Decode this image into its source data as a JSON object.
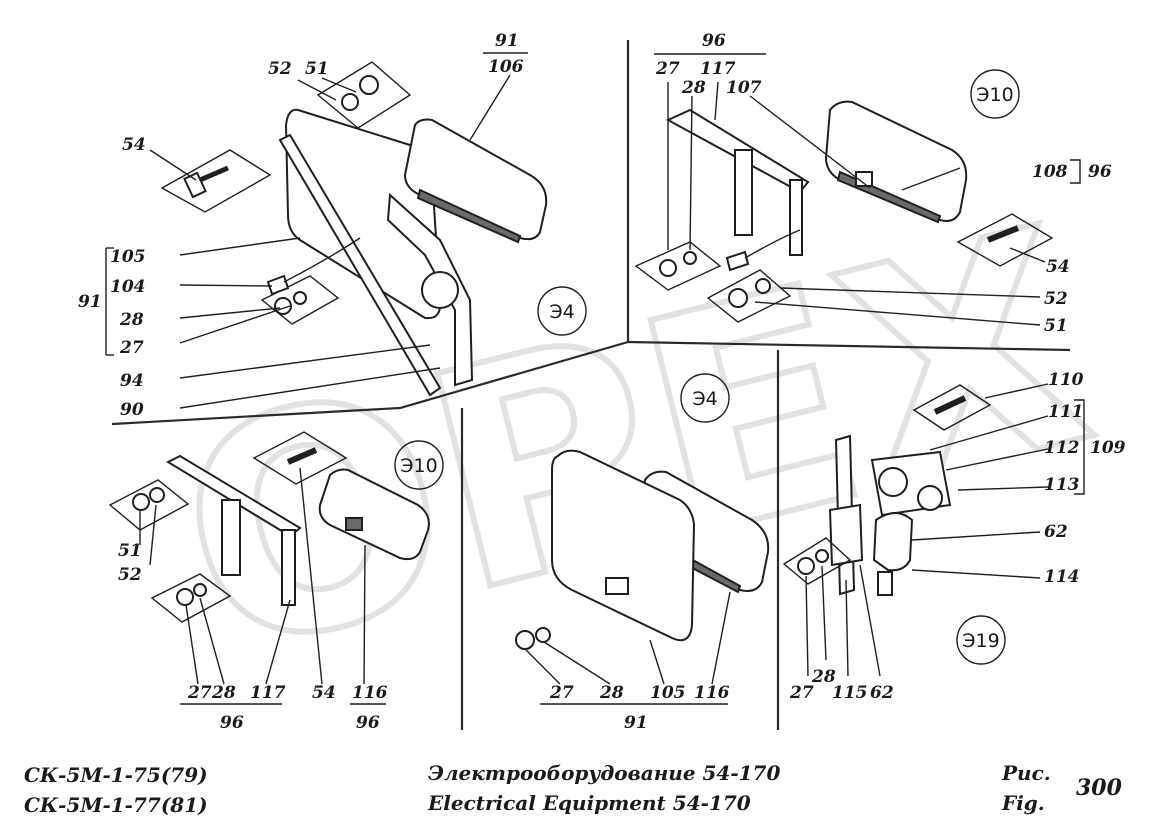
{
  "watermark": "OPEX",
  "zones": {
    "upper_left": "Э4",
    "upper_right": "Э10",
    "lower_left": "Э10",
    "lower_center": "Э4",
    "lower_right": "Э19"
  },
  "callouts": {
    "ul": {
      "n52": "52",
      "n51": "51",
      "n54": "54",
      "n91": "91",
      "n106": "106",
      "n105": "105",
      "n104": "104",
      "n91_group": "91",
      "n28": "28",
      "n27": "27",
      "n94": "94",
      "n90": "90"
    },
    "ur": {
      "n96": "96",
      "n27": "27",
      "n117": "117",
      "n28": "28",
      "n107": "107",
      "n108": "108",
      "n96_side": "96",
      "n54": "54",
      "n52": "52",
      "n51": "51"
    },
    "ll": {
      "n51": "51",
      "n52": "52",
      "n27": "27",
      "n28": "28",
      "n117": "117",
      "n54": "54",
      "n116": "116",
      "n96_a": "96",
      "n96_b": "96"
    },
    "lc": {
      "n27": "27",
      "n28": "28",
      "n105": "105",
      "n116": "116",
      "n91": "91"
    },
    "lr": {
      "n110": "110",
      "n111": "111",
      "n112": "112",
      "n113": "113",
      "n109": "109",
      "n62": "62",
      "n114": "114",
      "n27": "27",
      "n28": "28",
      "n115": "115",
      "n62_b": "62"
    }
  },
  "footer": {
    "model_1": "СК-5М-1-75(79)",
    "model_2": "СК-5М-1-77(81)",
    "title_ru": "Электрооборудование 54-170",
    "title_en": "Electrical Equipment  54-170",
    "fig_ru": "Рис.",
    "fig_en": "Fig.",
    "fig_number": "300"
  }
}
